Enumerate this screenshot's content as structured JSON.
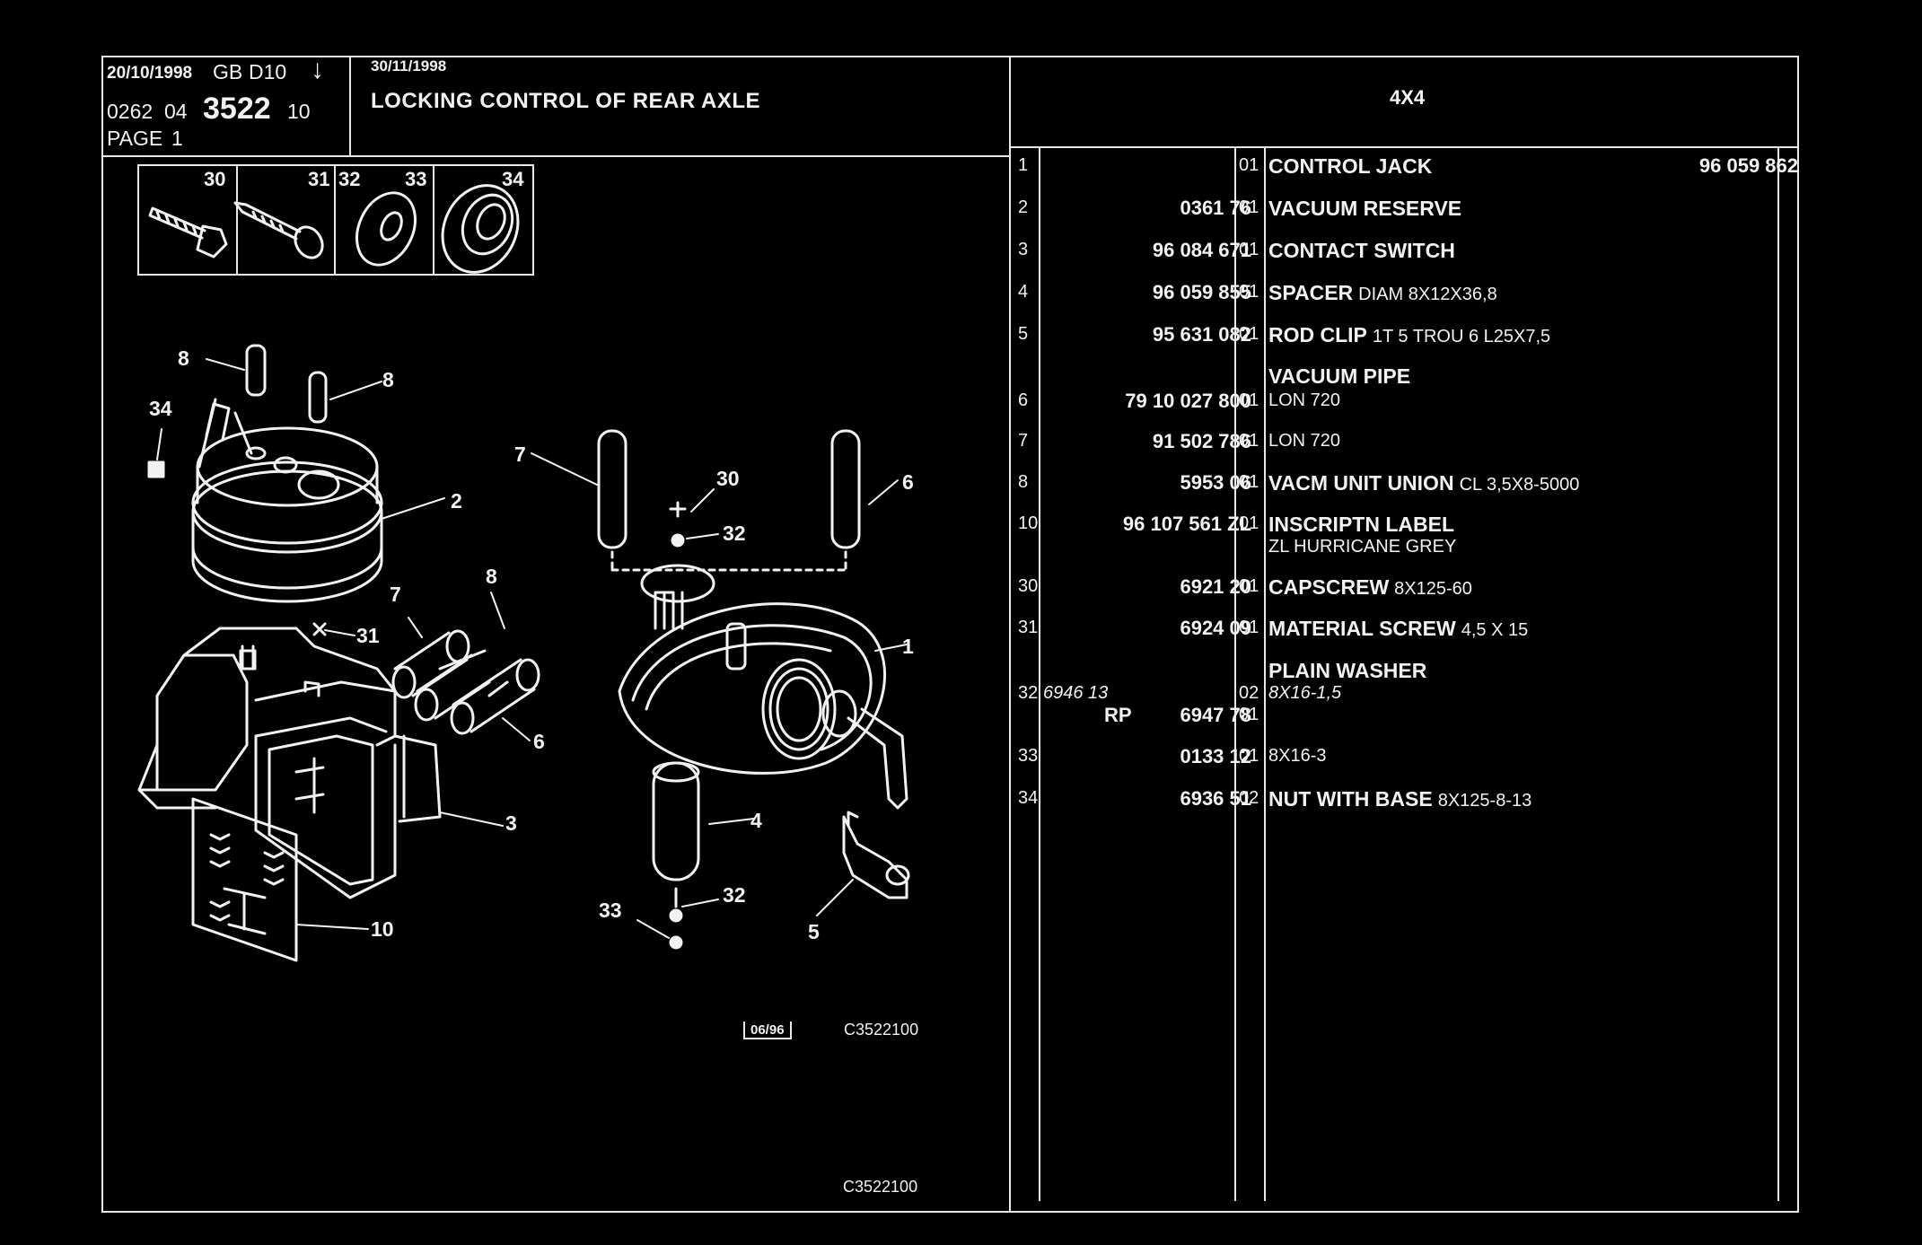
{
  "header": {
    "date": "20/10/1998",
    "lang": "GB",
    "code": "D10",
    "ref_prefix": "0262",
    "ref_group": "04",
    "ref_main": "3522",
    "ref_suffix": "10",
    "page": "PAGE",
    "page_num": "1",
    "update_date": "30/11/1998",
    "title": "LOCKING CONTROL OF REAR AXLE",
    "model": "4X4"
  },
  "thumbnails": [
    "30",
    "31",
    "32",
    "33",
    "34"
  ],
  "callouts": [
    "1",
    "2",
    "3",
    "4",
    "5",
    "6",
    "6",
    "7",
    "7",
    "8",
    "8",
    "8",
    "10",
    "30",
    "31",
    "32",
    "32",
    "33",
    "34"
  ],
  "drawing_stamp": "06/96",
  "drawing_code": "C3522100",
  "bottom_code": "C3522100",
  "parts": [
    {
      "num": "1",
      "ref": "96 059 862",
      "qty": "01",
      "name": "CONTROL JACK",
      "desc": ""
    },
    {
      "num": "2",
      "ref": "0361 76",
      "qty": "01",
      "name": "VACUUM RESERVE",
      "desc": ""
    },
    {
      "num": "3",
      "ref": "96 084 671",
      "qty": "01",
      "name": "CONTACT SWITCH",
      "desc": ""
    },
    {
      "num": "4",
      "ref": "96 059 855",
      "qty": "01",
      "name": "SPACER",
      "desc": "DIAM 8X12X36,8"
    },
    {
      "num": "5",
      "ref": "95 631 082",
      "qty": "01",
      "name": "ROD CLIP",
      "desc": "1T 5 TROU 6 L25X7,5"
    },
    {
      "num": "",
      "ref": "",
      "qty": "",
      "name": "VACUUM PIPE",
      "desc": ""
    },
    {
      "num": "6",
      "ref": "79 10 027 800",
      "qty": "01",
      "name": "",
      "sub": "LON 720"
    },
    {
      "num": "7",
      "ref": "91 502 786",
      "qty": "01",
      "name": "",
      "sub": "LON 720"
    },
    {
      "num": "8",
      "ref": "5953 06",
      "qty": "01",
      "name": "VACM UNIT UNION",
      "desc": "CL 3,5X8-5000"
    },
    {
      "num": "10",
      "ref": "96 107 561 ZL",
      "qty": "01",
      "name": "INSCRIPTN LABEL",
      "desc": "",
      "sub": "ZL HURRICANE GREY"
    },
    {
      "num": "30",
      "ref": "6921 20",
      "qty": "01",
      "name": "CAPSCREW",
      "desc": "8X125-60"
    },
    {
      "num": "31",
      "ref": "6924 09",
      "qty": "01",
      "name": "MATERIAL SCREW",
      "desc": "4,5 X 15"
    },
    {
      "num": "",
      "ref": "",
      "qty": "",
      "name": "PLAIN WASHER",
      "desc": ""
    },
    {
      "num": "32",
      "alt": "6946 13",
      "ref": "",
      "qty": "02",
      "name": "",
      "alt2": "8X16-1,5"
    },
    {
      "num": "",
      "pre": "RP",
      "ref": "6947 78",
      "qty": "01",
      "name": ""
    },
    {
      "num": "33",
      "ref": "0133 12",
      "qty": "01",
      "name": "",
      "sub": "8X16-3"
    },
    {
      "num": "34",
      "ref": "6936 51",
      "qty": "02",
      "name": "NUT WITH BASE",
      "desc": "8X125-8-13"
    }
  ]
}
